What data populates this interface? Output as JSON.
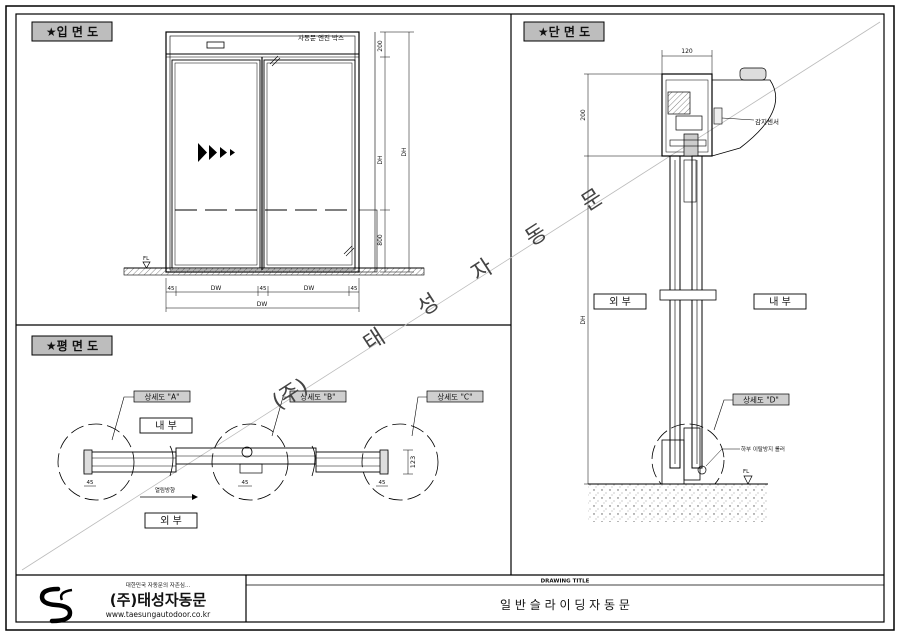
{
  "sections": {
    "elevation_title": "★입 면 도",
    "section_title": "★단 면 도",
    "plan_title": "★평 면 도"
  },
  "elevation": {
    "box_label": "자동문 엔진 박스",
    "dim_200": "200",
    "dim_dh": "DH",
    "dim_dh2": "DH",
    "dim_800": "800",
    "fl": "FL",
    "dim_45_left": "45",
    "dim_dw_left": "DW",
    "dim_45_mid": "45",
    "dim_dw_right": "DW",
    "dim_45_right": "45",
    "dim_dw_total": "DW"
  },
  "plan": {
    "callout_a": "상세도 \"A\"",
    "callout_b": "상세도 \"B\"",
    "callout_c": "상세도 \"C\"",
    "inside": "내 부",
    "outside": "외 부",
    "direction": "열림방향",
    "dim_123": "123",
    "dim_45_a": "45",
    "dim_45_b": "45",
    "dim_45_c": "45"
  },
  "section": {
    "dim_120": "120",
    "dim_200": "200",
    "dim_dh": "DH",
    "sensor": "감지센서",
    "outside": "외 부",
    "inside": "내 부",
    "callout_d": "상세도 \"D\"",
    "roller": "하부 이탈방지 롤러",
    "fl": "FL"
  },
  "watermark": {
    "char1": "(주)",
    "char2": "태",
    "char3": "성",
    "char4": "자",
    "char5": "동",
    "char6": "문"
  },
  "title_block": {
    "tagline": "대한민국 자동문의 자존심...",
    "company": "(주)태성자동문",
    "website": "www.taesungautodoor.co.kr",
    "drawing_title_label": "DRAWING TITLE",
    "drawing_title": "일 반 슬 라 이 딩 자 동 문"
  }
}
